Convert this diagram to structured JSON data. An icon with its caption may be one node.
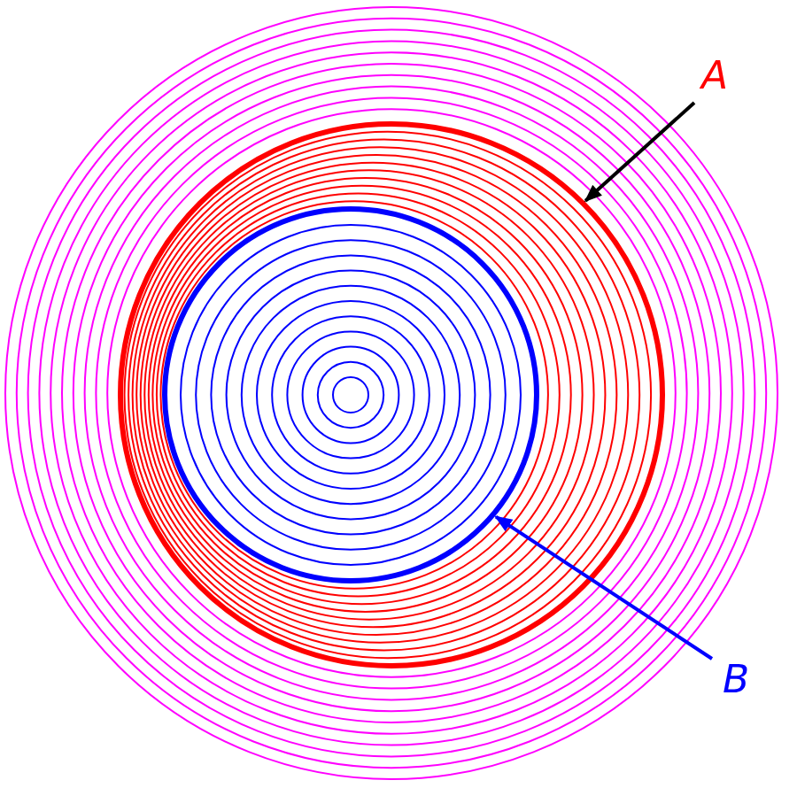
{
  "diagram": {
    "nodes": [
      {
        "text": [
          "A"
        ]
      },
      {
        "text": [
          "B"
        ]
      },
      {
        "text": [],
        "shape": "circle"
      },
      {
        "text": [],
        "shape": "circle",
        "in": 2
      }
    ],
    "edges": [
      {
        "from": 0,
        "to": 2,
        "arrow": "to",
        "color": "#000000"
      },
      {
        "from": 1,
        "to": 3,
        "arrow": "to",
        "color": "#0000ff"
      }
    ]
  }
}
